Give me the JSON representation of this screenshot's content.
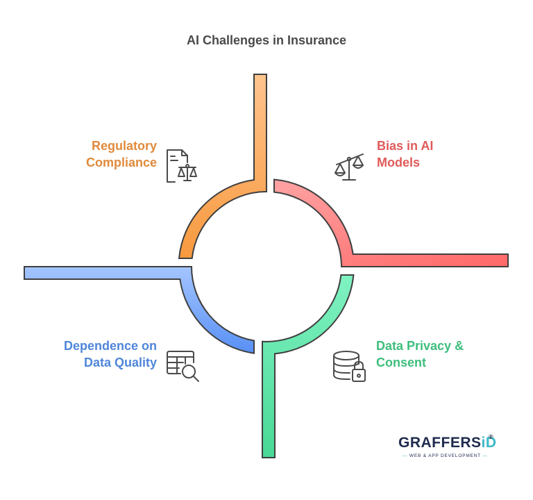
{
  "title": "AI Challenges in Insurance",
  "segments": [
    {
      "id": "regulatory-compliance",
      "lines": [
        "Regulatory",
        "Compliance"
      ],
      "color": "#E08A3C",
      "fill_light": "#FFC48E",
      "fill_dark": "#F7993E",
      "icon": "document-scales-icon"
    },
    {
      "id": "bias-in-ai-models",
      "lines": [
        "Bias in AI",
        "Models"
      ],
      "color": "#E05A5A",
      "fill_light": "#FFA3A3",
      "fill_dark": "#FF6868",
      "icon": "balance-scale-icon"
    },
    {
      "id": "dependence-on-data-quality",
      "lines": [
        "Dependence on",
        "Data Quality"
      ],
      "color": "#4F86D9",
      "fill_light": "#A4C5FF",
      "fill_dark": "#5890F5",
      "icon": "table-search-icon"
    },
    {
      "id": "data-privacy-consent",
      "lines": [
        "Data Privacy &",
        "Consent"
      ],
      "color": "#3DBE7C",
      "fill_light": "#80F2C2",
      "fill_dark": "#48D895",
      "icon": "database-lock-icon"
    }
  ],
  "logo": {
    "brand_dark": "GRAFFERS",
    "brand_accent": "iD",
    "registered": "®",
    "tagline": "WEB & APP DEVELOPMENT",
    "dash": "—"
  },
  "stroke_color": "#3F3F3F"
}
